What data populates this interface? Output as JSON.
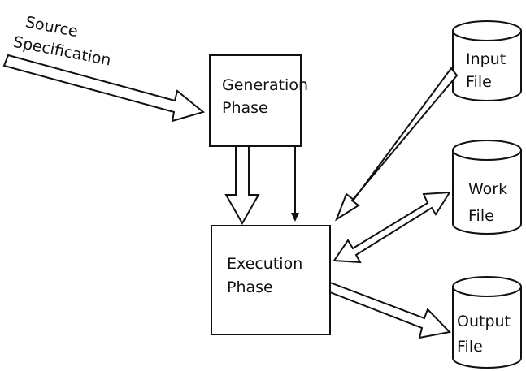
{
  "source": {
    "line1": "Source",
    "line2": "Specification"
  },
  "generation": {
    "line1": "Generation",
    "line2": "Phase"
  },
  "execution": {
    "line1": "Execution",
    "line2": "Phase"
  },
  "input_file": {
    "line1": "Input",
    "line2": "File"
  },
  "work_file": {
    "line1": "Work",
    "line2": "File"
  },
  "output_file": {
    "line1": "Output",
    "line2": "File"
  }
}
